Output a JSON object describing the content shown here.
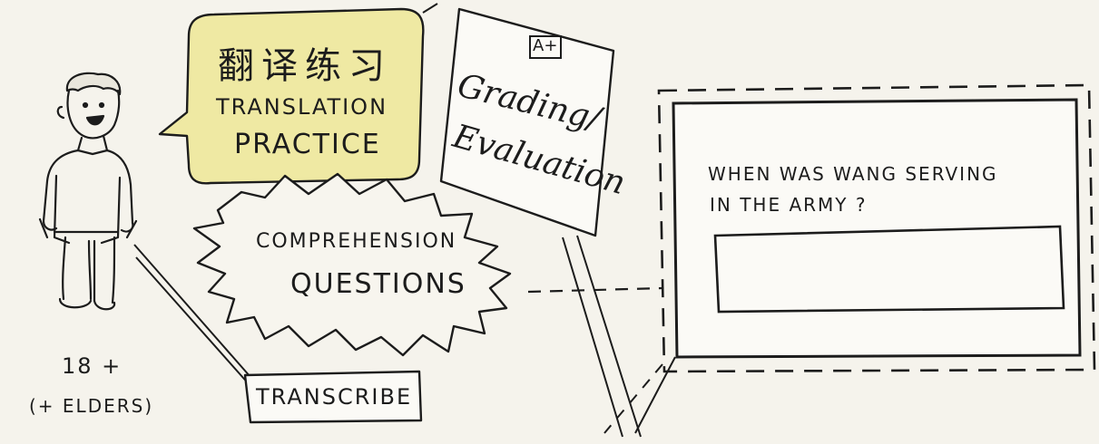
{
  "persona": {
    "age": "18 +",
    "note": "(+ ELDERS)"
  },
  "translation": {
    "chinese": "翻译练习",
    "english_line1": "TRANSLATION",
    "english_line2": "PRACTICE",
    "highlight_color": "#efe9a3"
  },
  "comprehension": {
    "line1": "COMPREHENSION",
    "line2": "QUESTIONS"
  },
  "grading": {
    "badge": "A+",
    "line1": "Grading/",
    "line2": "Evaluation"
  },
  "transcribe": {
    "label": "TRANSCRIBE"
  },
  "question_card": {
    "prompt_line1": "WHEN WAS WANG SERVING",
    "prompt_line2": "IN THE ARMY ?",
    "answer_value": ""
  },
  "icons": {
    "person": "person-sketch-icon",
    "speech_bubble": "speech-bubble-icon",
    "burst": "burst-bubble-icon"
  }
}
